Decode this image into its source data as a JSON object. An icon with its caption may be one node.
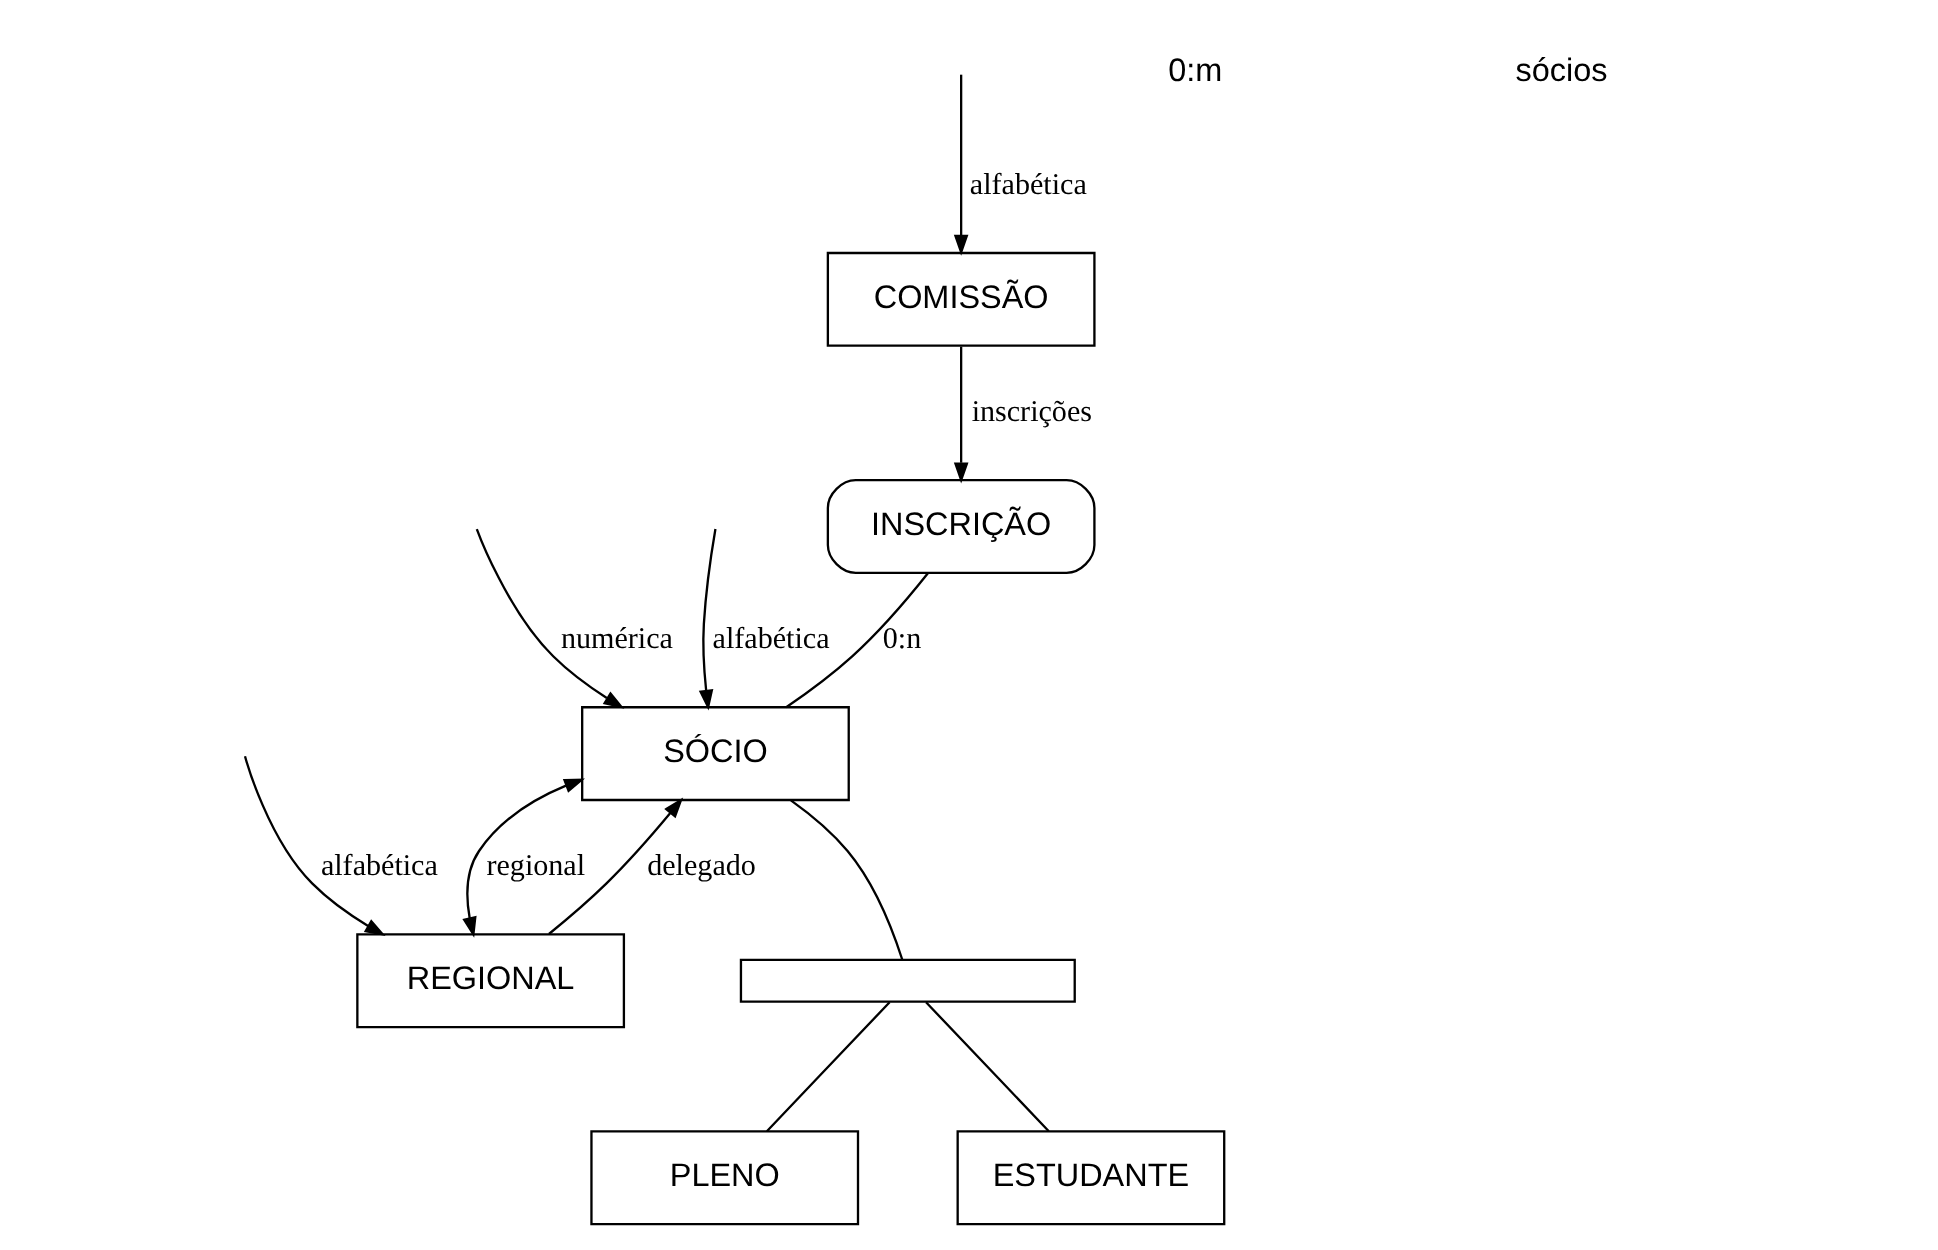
{
  "diagram": {
    "nodes": [
      {
        "text": [
          "COMISSÃO"
        ]
      },
      {
        "text": [
          "INSCRIÇÃO"
        ]
      },
      {
        "text": [
          "SÓCIO"
        ]
      },
      {
        "text": [
          "REGIONAL"
        ]
      },
      {
        "text": [],
        "shape": "bar"
      },
      {
        "text": [
          "PLENO"
        ]
      },
      {
        "text": [
          "ESTUDANTE"
        ]
      }
    ],
    "edges": [
      {
        "from": null,
        "to": 0,
        "arrow": "to",
        "label": "alfabética"
      },
      {
        "from": 0,
        "to": 1,
        "arrow": "to",
        "label": "inscrições"
      },
      {
        "from": 1,
        "to": 2,
        "arrow": "none",
        "label": "0:n"
      },
      {
        "from": null,
        "to": 2,
        "arrow": "to",
        "label": "numérica"
      },
      {
        "from": null,
        "to": 2,
        "arrow": "to",
        "label": "alfabética"
      },
      {
        "from": 2,
        "to": 3,
        "arrow": "both",
        "label": "regional"
      },
      {
        "from": 3,
        "to": 2,
        "arrow": "to",
        "label": "delegado"
      },
      {
        "from": null,
        "to": 3,
        "arrow": "to",
        "label": "alfabética"
      },
      {
        "from": 2,
        "to": 4,
        "arrow": "none"
      },
      {
        "from": 4,
        "to": 5,
        "arrow": "none"
      },
      {
        "from": 4,
        "to": 6,
        "arrow": "none"
      }
    ],
    "labels": [
      "0:m",
      "sócios"
    ]
  }
}
